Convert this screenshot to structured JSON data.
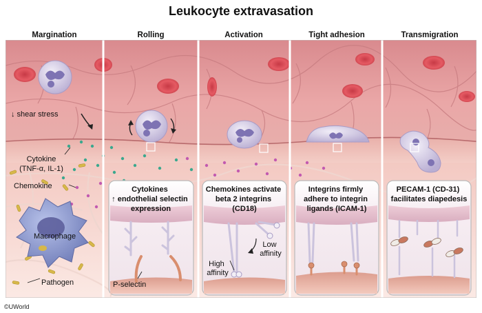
{
  "title": "Leukocyte extravasation",
  "stages": [
    {
      "label": "Margination"
    },
    {
      "label": "Rolling"
    },
    {
      "label": "Activation"
    },
    {
      "label": "Tight adhesion"
    },
    {
      "label": "Transmigration"
    }
  ],
  "labels": {
    "shear_stress": "↓ shear stress",
    "cytokine_line1": "Cytokine",
    "cytokine_line2": "(TNF-α, IL-1)",
    "chemokine": "Chemokine",
    "macrophage": "Macrophage",
    "pathogen": "Pathogen",
    "p_selectin": "P-selectin",
    "high_affinity_line1": "High",
    "high_affinity_line2": "affinity",
    "low_affinity_line1": "Low",
    "low_affinity_line2": "affinity"
  },
  "boxes": [
    {
      "line1": "Cytokines",
      "line2": "↑ endothelial selectin",
      "line3": "expression"
    },
    {
      "line1": "Chemokines activate",
      "line2": "beta 2 integrins",
      "line3": "(CD18)"
    },
    {
      "line1": "Integrins firmly",
      "line2": "adhere to integrin",
      "line3": "ligands (ICAM-1)"
    },
    {
      "line1": "PECAM-1 (CD-31)",
      "line2": "facilitates diapedesis",
      "line3": ""
    }
  ],
  "credit": "©UWorld",
  "colors": {
    "vessel": "#e8a3a3",
    "vessel_dark": "#c9777a",
    "rbc": "#e04a55",
    "tissue": "#f7dcd6",
    "leukocyte": "#dcd3e8",
    "nucleus": "#8a7fb8",
    "macrophage": "#8e9bd0",
    "cytokine_dot": "#3aa88e",
    "chemokine_dot": "#c25ab0",
    "pathogen": "#d7b84a",
    "receptor": "#c9c2de",
    "selectin": "#d98e6e"
  }
}
